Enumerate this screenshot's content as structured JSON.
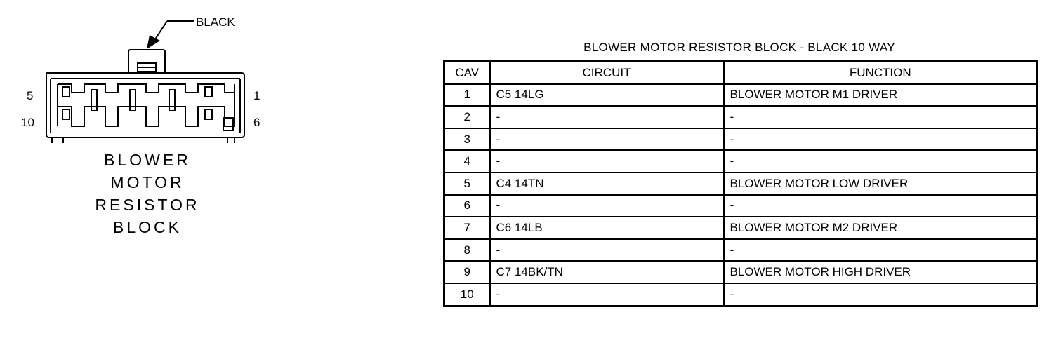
{
  "diagram": {
    "callout_label": "BLACK",
    "pin_labels": {
      "top_left": "5",
      "bottom_left": "10",
      "top_right": "1",
      "bottom_right": "6"
    },
    "caption_lines": [
      "BLOWER",
      "MOTOR",
      "RESISTOR",
      "BLOCK"
    ]
  },
  "table": {
    "title": "BLOWER MOTOR RESISTOR BLOCK - BLACK 10 WAY",
    "headers": [
      "CAV",
      "CIRCUIT",
      "FUNCTION"
    ],
    "rows": [
      {
        "cav": "1",
        "circuit": "C5 14LG",
        "function": "BLOWER MOTOR M1 DRIVER"
      },
      {
        "cav": "2",
        "circuit": "-",
        "function": "-"
      },
      {
        "cav": "3",
        "circuit": "-",
        "function": "-"
      },
      {
        "cav": "4",
        "circuit": "-",
        "function": "-"
      },
      {
        "cav": "5",
        "circuit": "C4 14TN",
        "function": "BLOWER MOTOR LOW DRIVER"
      },
      {
        "cav": "6",
        "circuit": "-",
        "function": "-"
      },
      {
        "cav": "7",
        "circuit": "C6 14LB",
        "function": "BLOWER MOTOR M2 DRIVER"
      },
      {
        "cav": "8",
        "circuit": "-",
        "function": "-"
      },
      {
        "cav": "9",
        "circuit": "C7 14BK/TN",
        "function": "BLOWER MOTOR HIGH DRIVER"
      },
      {
        "cav": "10",
        "circuit": "-",
        "function": "-"
      }
    ]
  }
}
